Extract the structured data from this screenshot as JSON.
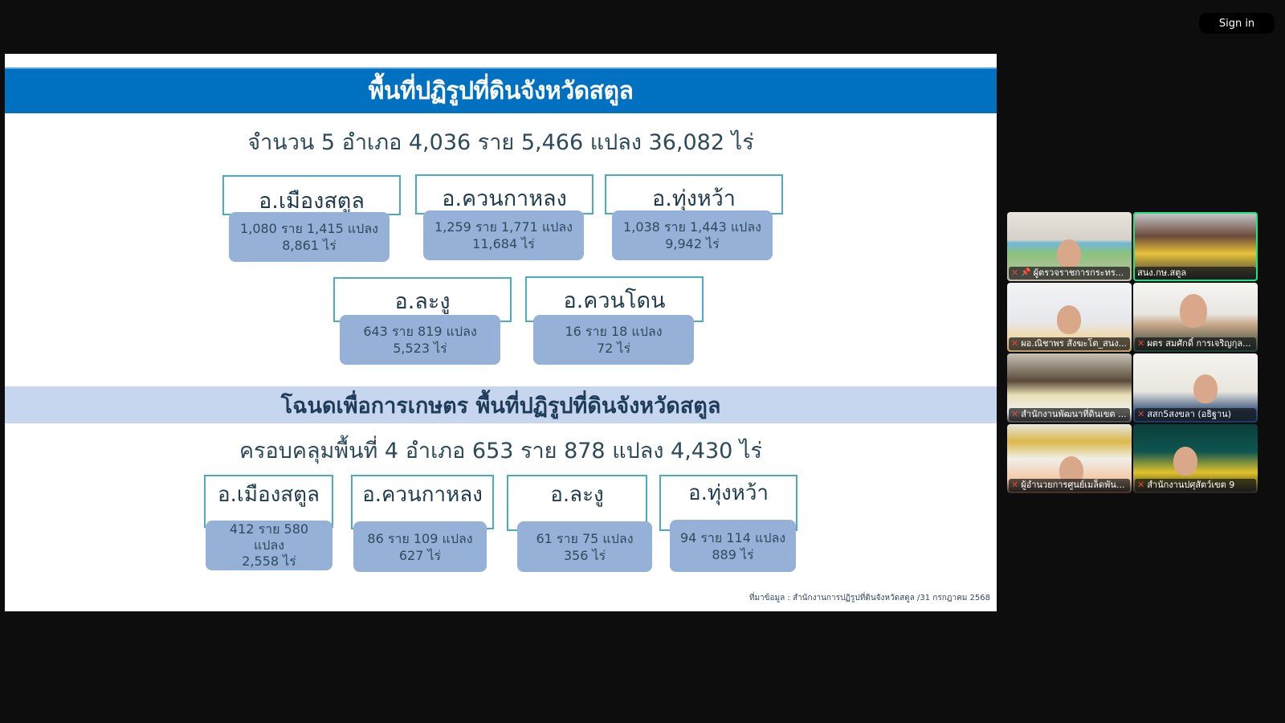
{
  "top_bar": {
    "sign_in_label": "Sign in"
  },
  "slide": {
    "title": "พื้นที่ปฏิรูปที่ดินจังหวัดสตูล",
    "summary": "จำนวน 5 อำเภอ 4,036 ราย 5,466 แปลง 36,082 ไร่",
    "districts": [
      {
        "name": "อ.เมืองสตูล",
        "line1": "1,080 ราย 1,415 แปลง",
        "line2": "8,861 ไร่"
      },
      {
        "name": "อ.ควนกาหลง",
        "line1": "1,259 ราย 1,771 แปลง",
        "line2": "11,684 ไร่"
      },
      {
        "name": "อ.ทุ่งหว้า",
        "line1": "1,038 ราย 1,443 แปลง",
        "line2": "9,942 ไร่"
      },
      {
        "name": "อ.ละงู",
        "line1": "643 ราย 819 แปลง",
        "line2": "5,523 ไร่"
      },
      {
        "name": "อ.ควนโดน",
        "line1": "16 ราย 18 แปลง",
        "line2": "72 ไร่"
      }
    ],
    "section2_title": "โฉนดเพื่อการเกษตร พื้นที่ปฏิรูปที่ดินจังหวัดสตูล",
    "section2_summary": "ครอบคลุมพื้นที่ 4 อำเภอ 653 ราย 878 แปลง 4,430 ไร่",
    "deed_districts": [
      {
        "name": "อ.เมืองสตูล",
        "line1": "412 ราย 580",
        "line2": "แปลง",
        "line3": "2,558 ไร่"
      },
      {
        "name": "อ.ควนกาหลง",
        "line1": "86 ราย 109 แปลง",
        "line2": "627 ไร่"
      },
      {
        "name": "อ.ละงู",
        "line1": "61 ราย 75 แปลง",
        "line2": "356 ไร่"
      },
      {
        "name": "อ.ทุ่งหว้า",
        "line1": "94 ราย 114 แปลง",
        "line2": "889 ไร่"
      }
    ],
    "source": "ที่มาข้อมูล : สำนักงานการปฏิรูปที่ดินจังหวัดสตูล /31 กรกฎาคม 2568"
  },
  "participants": [
    {
      "name": "ผู้ตรวจราชการกระทร...",
      "muted": true,
      "pinned": true,
      "active": false
    },
    {
      "name": "สนง.กษ.สตูล",
      "muted": false,
      "pinned": false,
      "active": true
    },
    {
      "name": "ผอ.ณิชาพร สังฆะโต_สนง...",
      "muted": true,
      "pinned": false,
      "active": false
    },
    {
      "name": "ผตร สมศักดิ์ การเจริญกุล...",
      "muted": true,
      "pinned": false,
      "active": false
    },
    {
      "name": "สำนักงานพัฒนาที่ดินเขต ...",
      "muted": true,
      "pinned": false,
      "active": false
    },
    {
      "name": "สสก5สงขลา (อธิฐาน)",
      "muted": true,
      "pinned": false,
      "active": false
    },
    {
      "name": "ผู้อำนวยการศูนย์เมล็ดพัน...",
      "muted": true,
      "pinned": false,
      "active": false
    },
    {
      "name": "สำนักงานปศุสัตว์เขต 9",
      "muted": true,
      "pinned": false,
      "active": false
    }
  ],
  "colors": {
    "title_bar": "#0070c0",
    "section2_bar": "#c5d6ee",
    "stat_box": "#95b1d7",
    "name_border": "#4aacbf",
    "active_speaker": "#1ee37f"
  }
}
